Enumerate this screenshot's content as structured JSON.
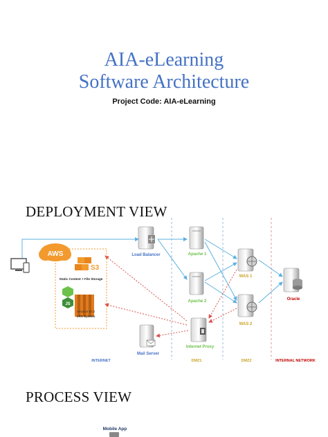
{
  "title": {
    "line1": "AIA-eLearning",
    "line2": "Software Architecture"
  },
  "project_code": "Project Code: AIA-eLearning",
  "deployment": {
    "heading": "DEPLOYMENT VIEW",
    "nodes": {
      "load_balancer": "Load Balancer",
      "apache1": "Apache 1",
      "apache2": "Apache 2",
      "was1": "WAS 1",
      "was2": "WAS 2",
      "oracle": "Oracle",
      "internet_proxy": "Internet Proxy",
      "mail_server": "Mail Server",
      "aws": "AWS",
      "s3": "S3",
      "static_storage": "Static Content + File Storage",
      "ec2_line1": "Amazon EC2",
      "ec2_line2": "LRS System"
    },
    "zones": {
      "internet": "INTERNET",
      "dmz1": "DMZ1",
      "dmz2": "DMZ2",
      "internal": "INTERNAL NETWORK"
    }
  },
  "process": {
    "heading": "PROCESS VIEW",
    "mobile_app": "Mobile App"
  },
  "colors": {
    "title": "#4472c4",
    "zone_label": "#4472c4",
    "dmz_label": "#c9a227",
    "internal_label": "#c00000",
    "aws_orange": "#f29a2e",
    "link_blue": "#5bb0e0",
    "link_red": "#d9534f"
  }
}
